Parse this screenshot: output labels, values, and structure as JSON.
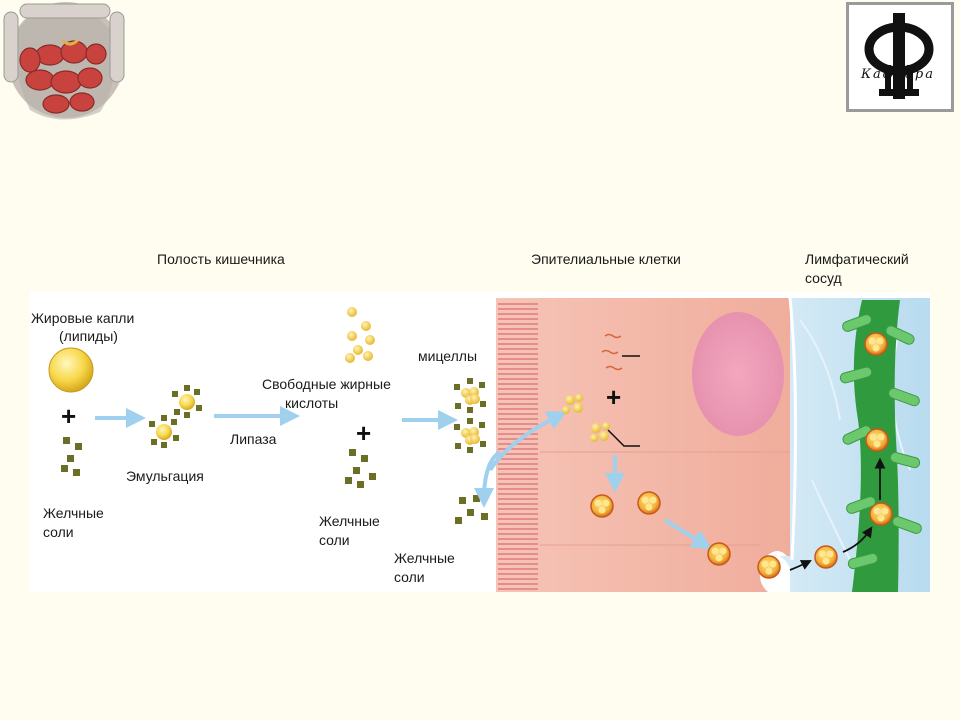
{
  "headings": {
    "cavity": "Полость кишечника",
    "epithelium": "Эпителиальные клетки",
    "lymph_1": "Лимфатический",
    "lymph_2": "сосуд"
  },
  "labels": {
    "fat_1": "Жировые капли",
    "fat_2": "(липиды)",
    "emulsification": "Эмульгация",
    "lipase": "Липаза",
    "ffa_1": "Свободные жирные",
    "ffa_2": "кислоты",
    "micelles": "мицеллы",
    "bile": "Желчные",
    "salts": "соли"
  },
  "plus": "+",
  "logo": {
    "text": "Кафедра",
    "letter": "Ф"
  },
  "colors": {
    "background": "#fefdf0",
    "cell": "#f2b8a8",
    "arrow": "#9fd0ee",
    "bile_salt": "#6a6f25",
    "lipid": "#f5d43a",
    "lymph": "#4fb05a"
  }
}
